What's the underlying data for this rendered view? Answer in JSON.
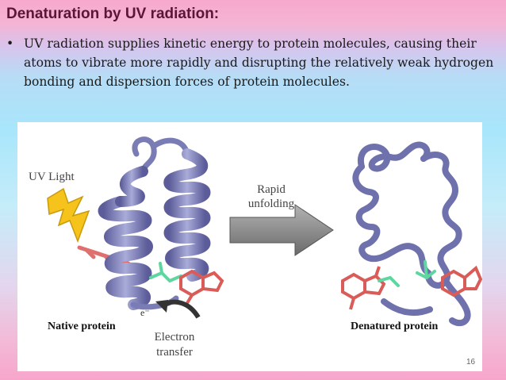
{
  "slide": {
    "title": "Denaturation by UV radiation:",
    "bullet_marker": "•",
    "bullet_text": "UV radiation supplies kinetic energy to protein molecules, causing their atoms to vibrate more rapidly and disrupting the relatively weak hydrogen bonding and dispersion forces of protein molecules.",
    "page_number": "16"
  },
  "figure": {
    "uv_label": "UV Light",
    "arrow_label_line1": "Rapid",
    "arrow_label_line2": "unfolding",
    "native_label": "Native protein",
    "denatured_label": "Denatured protein",
    "electron_symbol": "e⁻",
    "electron_label_line1": "Electron",
    "electron_label_line2": "transfer"
  },
  "colors": {
    "title": "#5a1636",
    "ribbon": "#8d8fc6",
    "ribbon_dark": "#5b5c99",
    "residue_red": "#e0706d",
    "residue_green": "#5fd6a0",
    "lightning": "#f5c31b",
    "arrow": "#8a8a8a"
  }
}
